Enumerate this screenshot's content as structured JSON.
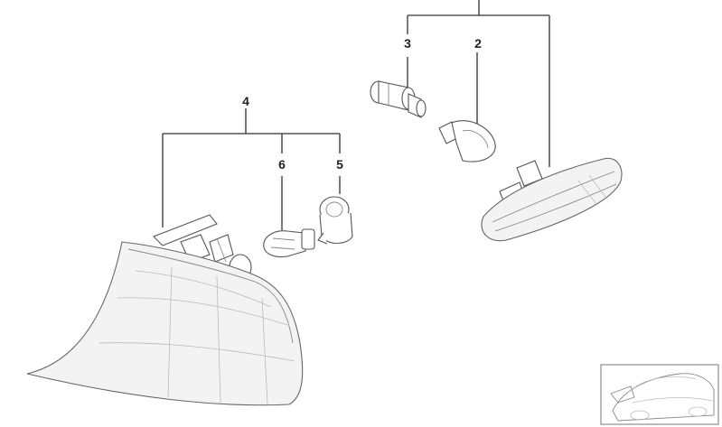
{
  "callouts": [
    {
      "id": "c2",
      "label": "2"
    },
    {
      "id": "c3",
      "label": "3"
    },
    {
      "id": "c4",
      "label": "4"
    },
    {
      "id": "c5",
      "label": "5"
    },
    {
      "id": "c6",
      "label": "6"
    }
  ],
  "icons": {
    "thumbnail": "car-thumbnail-icon"
  }
}
